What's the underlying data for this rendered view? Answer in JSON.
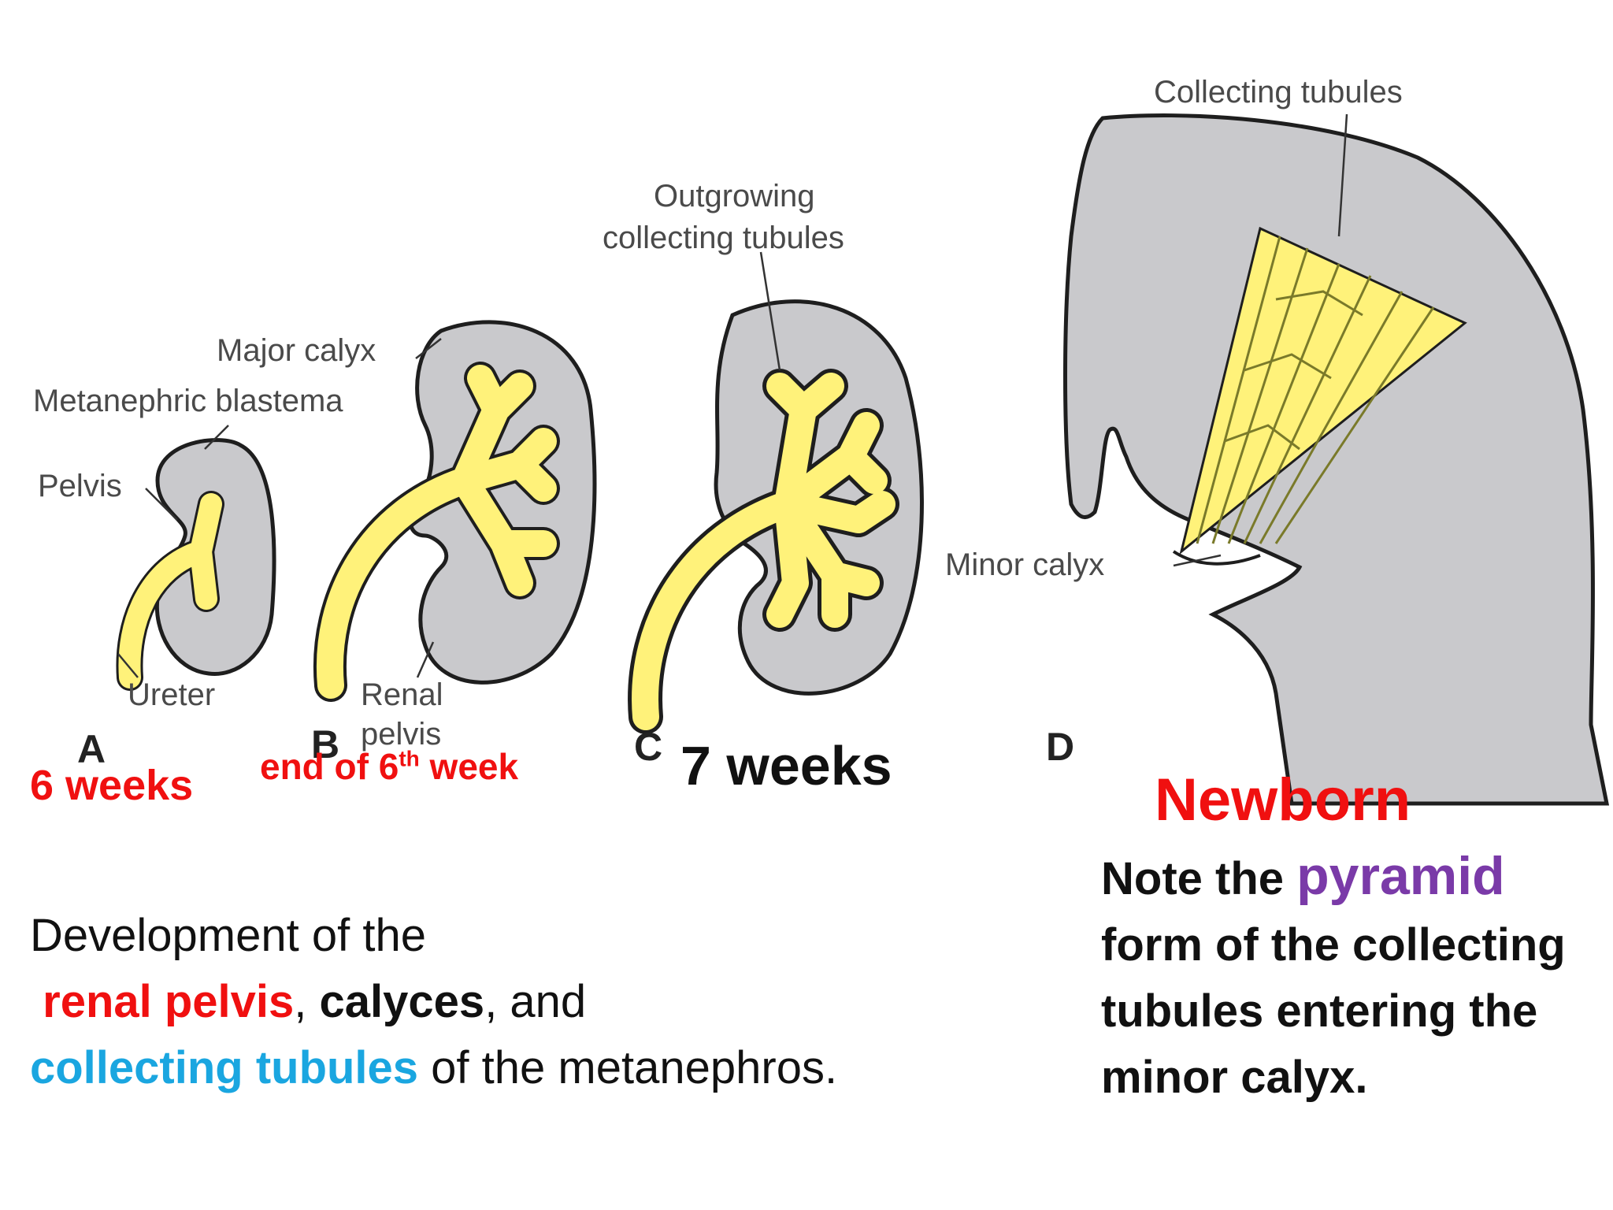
{
  "figure": {
    "labels": {
      "collecting_tubules": "Collecting tubules",
      "outgrowing_line1": "Outgrowing",
      "outgrowing_line2": "collecting tubules",
      "major_calyx": "Major calyx",
      "metanephric_blastema": "Metanephric blastema",
      "pelvis": "Pelvis",
      "ureter": "Ureter",
      "renal_line1": "Renal",
      "renal_line2": "pelvis",
      "minor_calyx": "Minor calyx"
    },
    "panel_letters": [
      "A",
      "B",
      "C",
      "D"
    ],
    "colors": {
      "tissue": "#c9c9cc",
      "duct": "#fff27a",
      "outline": "#1e1e1e"
    }
  },
  "stages": {
    "a": "6 weeks",
    "b_pre": "end of 6",
    "b_sup": "th",
    "b_post": " week",
    "c": "7 weeks",
    "d": "Newborn"
  },
  "caption": {
    "line1": "Development of the",
    "renal_pelvis": "renal pelvis",
    "sep1": ", ",
    "calyces": "calyces",
    "sep2": ", and",
    "collecting_tubules": "collecting tubules",
    "tail": " of the metanephros."
  },
  "note": {
    "pre": "Note the ",
    "pyramid": "pyramid",
    "post": " form of the collecting tubules entering the minor calyx."
  },
  "colors": {
    "red": "#f01010",
    "blue": "#1aa6e0",
    "purple": "#7a3aa8"
  }
}
